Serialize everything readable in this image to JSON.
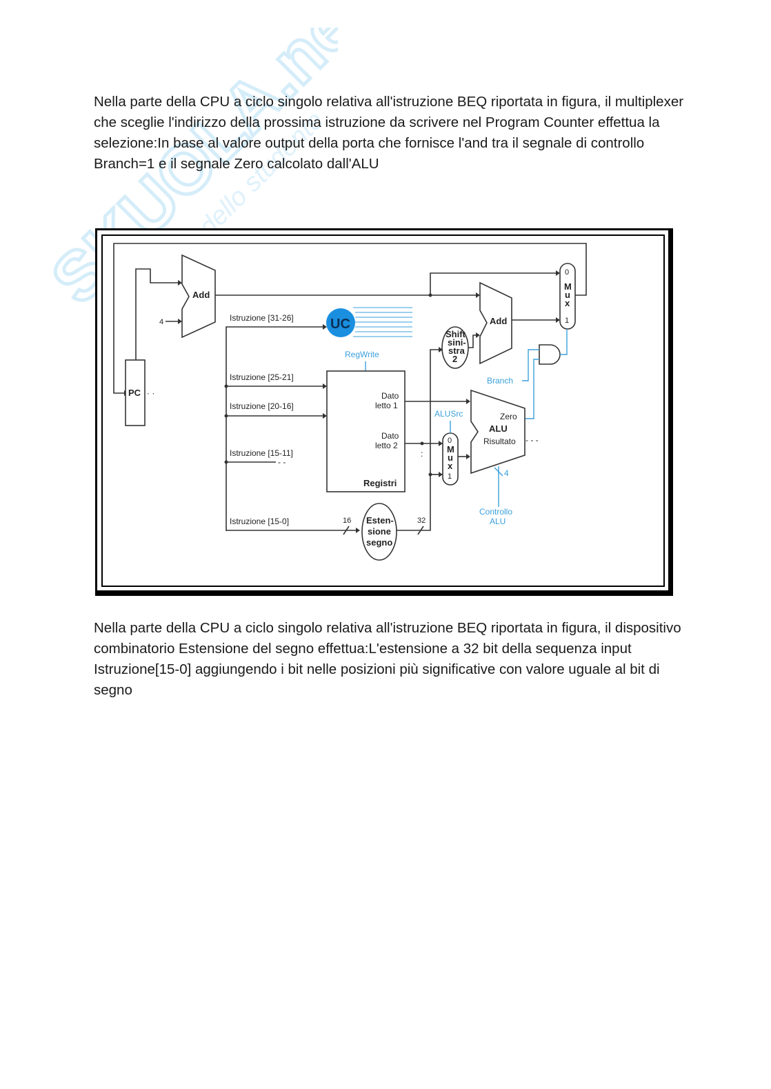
{
  "paragraphs": {
    "first": "Nella parte della CPU a ciclo singolo relativa all'istruzione BEQ riportata in figura, il multiplexer che sceglie l'indirizzo della prossima istruzione da scrivere nel Program Counter effettua la selezione:In base al valore output della porta che fornisce l'and tra il segnale di controllo Branch=1 e il segnale Zero calcolato dall'ALU",
    "second": "Nella parte della CPU a ciclo singolo relativa all'istruzione BEQ riportata in figura, il dispositivo combinatorio Estensione del segno effettua:L'estensione a 32 bit della sequenza input Istruzione[15-0] aggiungendo i bit nelle posizioni più significative con valore uguale al bit di segno"
  },
  "diagram": {
    "pc": "PC",
    "add1": "Add",
    "four": "4",
    "add2": "Add",
    "uc": "UC",
    "regwrite": "RegWrite",
    "instr_31_26": "Istruzione [31-26]",
    "instr_25_21": "Istruzione [25-21]",
    "instr_20_16": "Istruzione [20-16]",
    "instr_15_11": "Istruzione [15-11]",
    "instr_15_0": "Istruzione [15-0]",
    "dato1_a": "Dato",
    "dato1_b": "letto 1",
    "dato2_a": "Dato",
    "dato2_b": "letto 2",
    "registri": "Registri",
    "shift_a": "Shift",
    "shift_b": "sini-",
    "shift_c": "stra",
    "shift_d": "2",
    "branch": "Branch",
    "alusrc": "ALUSrc",
    "zero": "Zero",
    "alu": "ALU",
    "risultato": "Risultato",
    "controllo_a": "Controllo",
    "controllo_b": "ALU",
    "four_ctrl": "4",
    "est_a": "Esten-",
    "est_b": "sione",
    "est_c": "segno",
    "bits16": "16",
    "bits32": "32",
    "mux_top_0": "0",
    "mux_top_m": "M",
    "mux_top_u": "u",
    "mux_top_x": "x",
    "mux_top_1": "1",
    "mux_alu_0": "0",
    "mux_alu_m": "M",
    "mux_alu_u": "u",
    "mux_alu_x": "x",
    "mux_alu_1": "1"
  },
  "watermark": {
    "brand": "SKUOLA.net",
    "tagline": "il portale dello studente"
  },
  "colors": {
    "control_blue": "#3a9fdc",
    "uc_fill": "#1a8fe0",
    "watermark": "#7fc8ef"
  }
}
